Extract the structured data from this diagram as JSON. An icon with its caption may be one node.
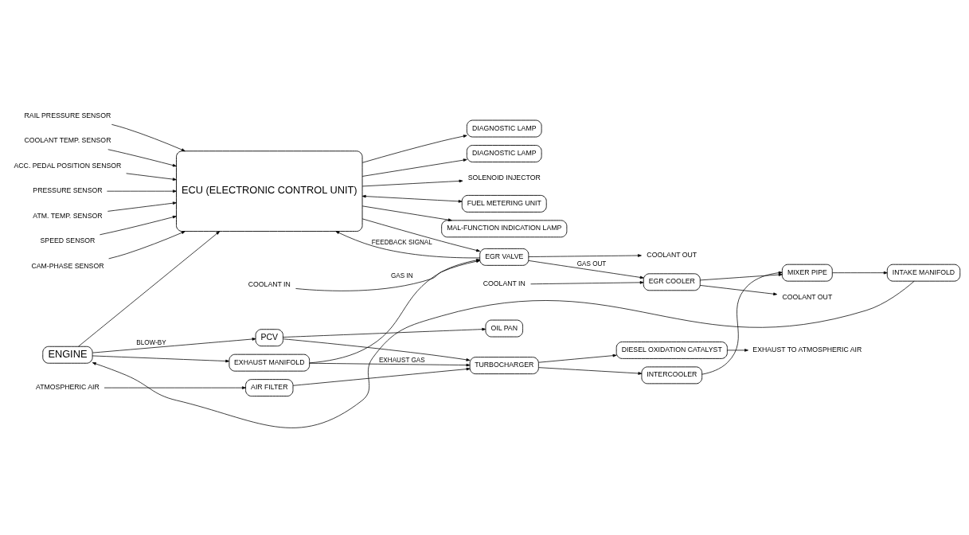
{
  "diagram": {
    "nodes": [
      {
        "text": [
          "ECU (ELECTRONIC CONTROL UNIT)"
        ]
      },
      {
        "text": [
          "DIAGNOSTIC LAMP"
        ]
      },
      {
        "text": [
          "SOLENOID INJECTOR"
        ]
      },
      {
        "text": [
          "SPEED SENSOR"
        ]
      },
      {
        "text": [
          "CAM-PHASE SENSOR"
        ]
      },
      {
        "text": [
          "RAIL PRESSURE SENSOR"
        ]
      },
      {
        "text": [
          "COOLANT TEMP. SENSOR"
        ]
      },
      {
        "text": [
          "ACC. PEDAL POSITION SENSOR"
        ]
      },
      {
        "text": [
          "PRESSURE SENSOR"
        ]
      },
      {
        "text": [
          "ATM. TEMP. SENSOR"
        ]
      },
      {
        "text": [
          "FUEL METERING UNIT"
        ]
      },
      {
        "text": [
          "MAL-FUNCTION INDICATION LAMP"
        ]
      },
      {
        "text": [
          "COOLANT IN"
        ]
      },
      {
        "text": [
          "EGR VALVE"
        ]
      },
      {
        "text": [
          "COOLANT IN"
        ]
      },
      {
        "text": [
          "EGR COOLER"
        ]
      },
      {
        "text": [
          "COOLANT OUT"
        ]
      },
      {
        "text": [
          "COOLANT OUT"
        ]
      },
      {
        "text": [
          "EXHAUST MANIFOLD"
        ]
      },
      {
        "text": [
          "MIXER PIPE"
        ]
      },
      {
        "text": [
          "DIAGNOSTIC LAMP"
        ]
      },
      {
        "text": [
          "ENGINE"
        ]
      },
      {
        "text": [
          "INTAKE MANIFOLD"
        ]
      },
      {
        "text": [
          "PCV"
        ]
      },
      {
        "text": [
          "OIL PAN"
        ]
      },
      {
        "text": [
          "ATMOSPHERIC AIR"
        ]
      },
      {
        "text": [
          "AIR FILTER"
        ]
      },
      {
        "text": [
          "TURBOCHARGER"
        ]
      },
      {
        "text": [
          "INTERCOOLER"
        ]
      },
      {
        "text": [
          "DIESEL OXIDATION CATALYST"
        ]
      },
      {
        "text": [
          "EXHAUST TO ATMOSPHERIC AIR"
        ]
      }
    ],
    "edges": [
      {
        "from": 3,
        "to": 0,
        "arrow": "to"
      },
      {
        "from": 4,
        "to": 0,
        "arrow": "to"
      },
      {
        "from": 5,
        "to": 0,
        "arrow": "to"
      },
      {
        "from": 6,
        "to": 0,
        "arrow": "to"
      },
      {
        "from": 7,
        "to": 0,
        "arrow": "to"
      },
      {
        "from": 8,
        "to": 0,
        "arrow": "to"
      },
      {
        "from": 9,
        "to": 0,
        "arrow": "to"
      },
      {
        "from": 0,
        "to": 1,
        "arrow": "to"
      },
      {
        "from": 0,
        "to": 2,
        "arrow": "to"
      },
      {
        "from": 0,
        "to": 10,
        "arrow": "both"
      },
      {
        "from": 0,
        "to": 11,
        "arrow": "to"
      },
      {
        "from": 0,
        "to": 13,
        "arrow": "to"
      },
      {
        "from": 13,
        "to": 0,
        "label": "FEEDBACK SIGNAL",
        "arrow": "to"
      },
      {
        "from": 12,
        "to": 13,
        "arrow": "to"
      },
      {
        "from": 13,
        "to": 17,
        "arrow": "to"
      },
      {
        "from": 13,
        "to": 15,
        "label": "GAS OUT",
        "arrow": "to"
      },
      {
        "from": 14,
        "to": 15,
        "arrow": "to"
      },
      {
        "from": 15,
        "to": 16,
        "arrow": "to"
      },
      {
        "from": 15,
        "to": 19,
        "arrow": "to"
      },
      {
        "from": 18,
        "to": 13,
        "label": "GAS IN",
        "arrow": "to"
      },
      {
        "from": 21,
        "to": 18,
        "arrow": "to"
      },
      {
        "from": 18,
        "to": 27,
        "label": "EXHAUST GAS",
        "arrow": "to"
      },
      {
        "from": 0,
        "to": 20,
        "arrow": "to"
      },
      {
        "from": 21,
        "to": 0,
        "arrow": "to"
      },
      {
        "from": 19,
        "to": 22,
        "arrow": "to"
      },
      {
        "from": 22,
        "to": 21,
        "arrow": "to"
      },
      {
        "from": 21,
        "to": 23,
        "label": "BLOW-BY",
        "arrow": "to"
      },
      {
        "from": 23,
        "to": 24,
        "arrow": "to"
      },
      {
        "from": 23,
        "to": 27,
        "arrow": "to"
      },
      {
        "from": 25,
        "to": 26,
        "arrow": "to"
      },
      {
        "from": 26,
        "to": 27,
        "arrow": "to"
      },
      {
        "from": 27,
        "to": 28,
        "arrow": "to"
      },
      {
        "from": 28,
        "to": 19,
        "arrow": "to"
      },
      {
        "from": 27,
        "to": 29,
        "arrow": "to"
      },
      {
        "from": 29,
        "to": 30,
        "arrow": "to"
      }
    ]
  }
}
